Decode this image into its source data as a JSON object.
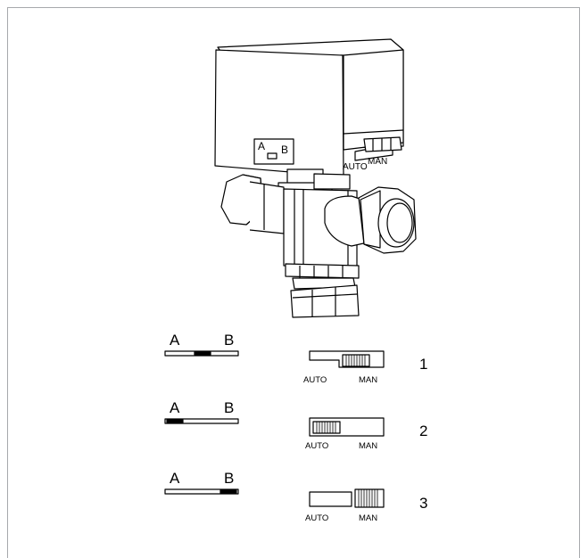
{
  "valve": {
    "body_switch_a": "A",
    "body_switch_b": "B",
    "lever_auto": "AUTO",
    "lever_man": "MAN"
  },
  "positions": [
    {
      "number": "1",
      "label_a": "A",
      "label_b": "B",
      "auto": "AUTO",
      "man": "MAN",
      "slider_position": "middle",
      "lever_position": "man"
    },
    {
      "number": "2",
      "label_a": "A",
      "label_b": "B",
      "auto": "AUTO",
      "man": "MAN",
      "slider_position": "left",
      "lever_position": "auto"
    },
    {
      "number": "3",
      "label_a": "A",
      "label_b": "B",
      "auto": "AUTO",
      "man": "MAN",
      "slider_position": "right",
      "lever_position": "man"
    }
  ],
  "colors": {
    "frame": "#a7a9ac",
    "ink": "#000000"
  }
}
